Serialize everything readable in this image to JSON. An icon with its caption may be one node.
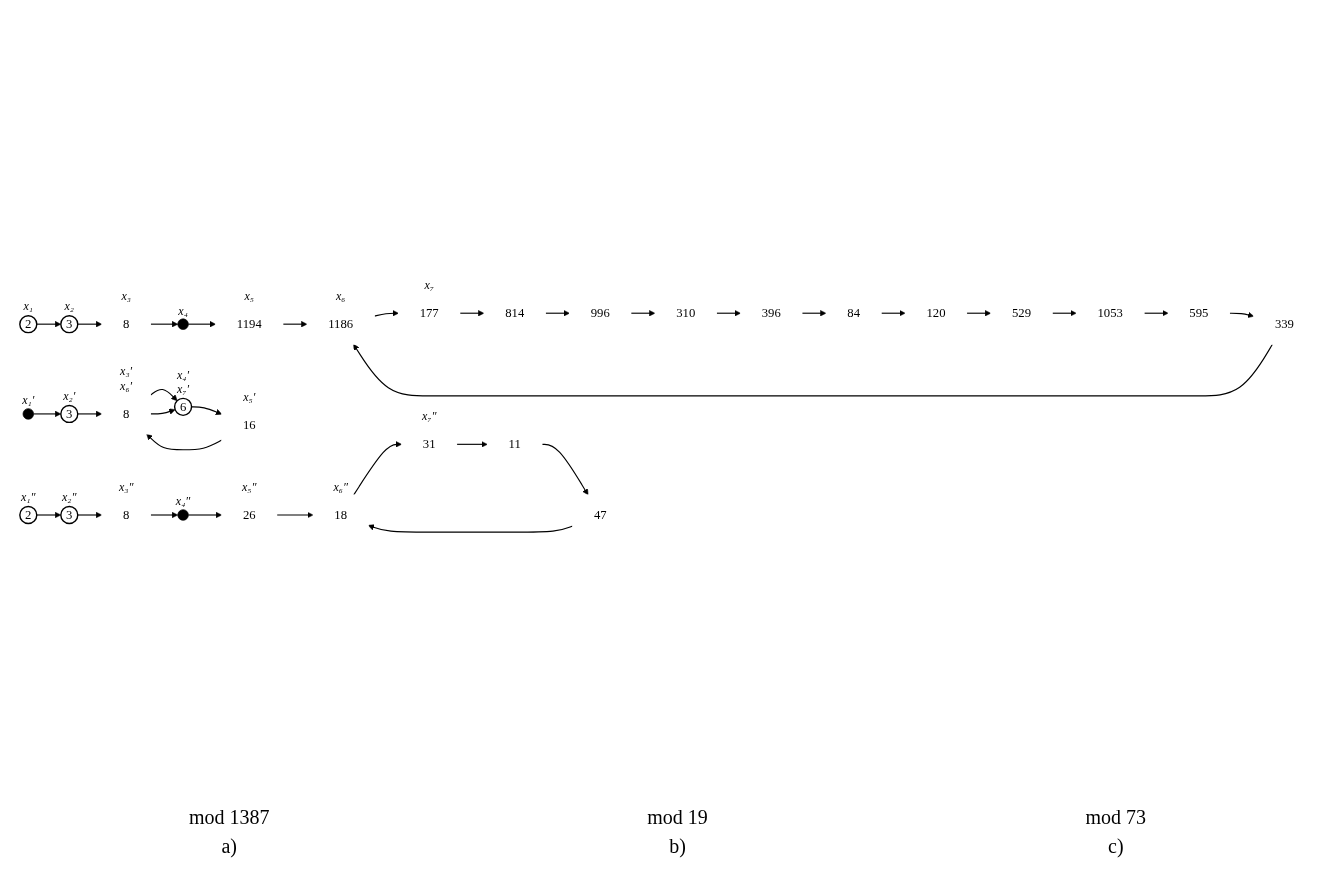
{
  "diagram": {
    "nodes": [
      {
        "text": [
          "2"
        ],
        "beside": [
          "x₁"
        ]
      },
      {
        "text": [
          "3"
        ],
        "beside": [
          "x₂"
        ]
      },
      {
        "text": [
          "8"
        ],
        "beside": [
          "x₃"
        ]
      },
      {
        "text": [],
        "shape": "circle",
        "beside": [
          "x₄"
        ]
      },
      {
        "text": [
          "1194"
        ],
        "beside": [
          "x₅"
        ]
      },
      {
        "text": [
          "1186"
        ],
        "beside": [
          "x₆"
        ]
      },
      {
        "text": [
          "177"
        ],
        "beside": [
          "x₇"
        ]
      },
      {
        "text": [
          "814"
        ]
      },
      {
        "text": [
          "996"
        ]
      },
      {
        "text": [
          "310"
        ]
      },
      {
        "text": [
          "396"
        ]
      },
      {
        "text": [
          "84"
        ]
      },
      {
        "text": [
          "120"
        ]
      },
      {
        "text": [
          "529"
        ]
      },
      {
        "text": [
          "1053"
        ]
      },
      {
        "text": [
          "595"
        ]
      },
      {
        "text": [
          "339"
        ]
      },
      {
        "text": [],
        "shape": "circle",
        "beside": [
          "x₁′"
        ]
      },
      {
        "text": [
          "3"
        ],
        "beside": [
          "x₂′"
        ]
      },
      {
        "text": [
          "8"
        ],
        "beside": [
          "x₃′",
          "x₆′"
        ]
      },
      {
        "text": [
          "6"
        ],
        "beside": [
          "x₄′",
          "x₇′"
        ]
      },
      {
        "text": [
          "16"
        ],
        "beside": [
          "x₅′"
        ]
      },
      {
        "text": [
          "2"
        ],
        "beside": [
          "x₁″"
        ]
      },
      {
        "text": [
          "3"
        ],
        "beside": [
          "x₂″"
        ]
      },
      {
        "text": [
          "8"
        ],
        "beside": [
          "x₃″"
        ]
      },
      {
        "text": [],
        "shape": "circle",
        "beside": [
          "x₄″"
        ]
      },
      {
        "text": [
          "26"
        ],
        "beside": [
          "x₅″"
        ]
      },
      {
        "text": [
          "18"
        ],
        "beside": [
          "x₆″"
        ]
      },
      {
        "text": [
          "31"
        ],
        "beside": [
          "x₇″"
        ]
      },
      {
        "text": [
          "11"
        ]
      },
      {
        "text": [
          "47"
        ]
      }
    ],
    "edges": [
      {
        "from": 0,
        "to": 1,
        "arrow": "to"
      },
      {
        "from": 1,
        "to": 2,
        "arrow": "to"
      },
      {
        "from": 2,
        "to": 3,
        "arrow": "to"
      },
      {
        "from": 3,
        "to": 4,
        "arrow": "to"
      },
      {
        "from": 4,
        "to": 5,
        "arrow": "to"
      },
      {
        "from": 5,
        "to": 6,
        "arrow": "to"
      },
      {
        "from": 6,
        "to": 7,
        "arrow": "to"
      },
      {
        "from": 7,
        "to": 8,
        "arrow": "to"
      },
      {
        "from": 8,
        "to": 9,
        "arrow": "to"
      },
      {
        "from": 9,
        "to": 10,
        "arrow": "to"
      },
      {
        "from": 10,
        "to": 11,
        "arrow": "to"
      },
      {
        "from": 11,
        "to": 12,
        "arrow": "to"
      },
      {
        "from": 12,
        "to": 13,
        "arrow": "to"
      },
      {
        "from": 13,
        "to": 14,
        "arrow": "to"
      },
      {
        "from": 14,
        "to": 15,
        "arrow": "to"
      },
      {
        "from": 15,
        "to": 16,
        "arrow": "to"
      },
      {
        "from": 16,
        "to": 5,
        "arrow": "to"
      },
      {
        "from": 17,
        "to": 18,
        "arrow": "to"
      },
      {
        "from": 18,
        "to": 19,
        "arrow": "to"
      },
      {
        "from": 19,
        "to": 20,
        "arrow": "to"
      },
      {
        "from": 19,
        "to": 20,
        "arrow": "to"
      },
      {
        "from": 20,
        "to": 21,
        "arrow": "to"
      },
      {
        "from": 21,
        "to": 19,
        "arrow": "to"
      },
      {
        "from": 22,
        "to": 23,
        "arrow": "to"
      },
      {
        "from": 23,
        "to": 24,
        "arrow": "to"
      },
      {
        "from": 24,
        "to": 25,
        "arrow": "to"
      },
      {
        "from": 25,
        "to": 26,
        "arrow": "to"
      },
      {
        "from": 26,
        "to": 27,
        "arrow": "to"
      },
      {
        "from": 27,
        "to": 28,
        "arrow": "to"
      },
      {
        "from": 28,
        "to": 29,
        "arrow": "to"
      },
      {
        "from": 29,
        "to": 30,
        "arrow": "to"
      },
      {
        "from": 30,
        "to": 27,
        "arrow": "to"
      }
    ],
    "labels": [
      "mod 1387",
      "a)",
      "mod 19",
      "b)",
      "mod 73",
      "c)"
    ]
  }
}
